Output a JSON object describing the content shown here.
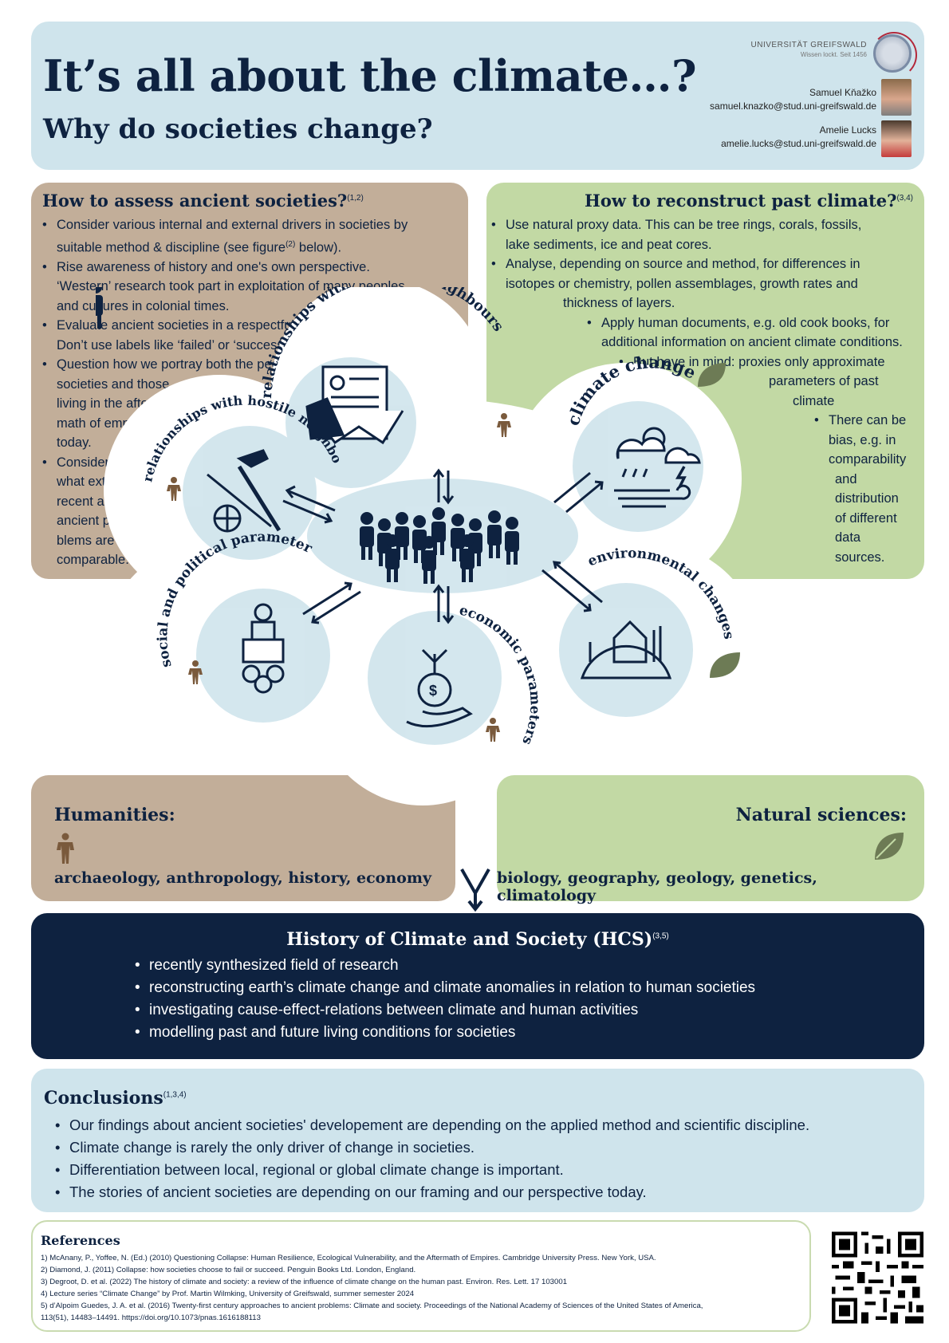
{
  "header": {
    "title": "It’s all about the climate…?",
    "subtitle": "Why do societies change?",
    "university": "UNIVERSITÄT GREIFSWALD",
    "motto": "Wissen lockt. Seit 1456",
    "authors": [
      {
        "name": "Samuel Kňažko",
        "email": "samuel.knazko@stud.uni-greifswald.de"
      },
      {
        "name": "Amelie Lucks",
        "email": "amelie.lucks@stud.uni-greifswald.de"
      }
    ]
  },
  "humanities_box": {
    "title": "How to assess ancient societies?",
    "sup": "(1,2)",
    "items": [
      [
        "Consider various internal and external drivers in societies by",
        "suitable method & discipline (see figure",
        "(2)",
        " below)."
      ],
      [
        "Rise awareness of history and one's own perspective.",
        "‘Western’ research took part in exploitation of many peoples",
        "and cultures in colonial times."
      ],
      [
        "Evaluate ancient societies in a respectful manner.",
        "Don’t use labels like ‘failed’ or ‘successful societies’."
      ],
      [
        "Question how we portray both the people of past",
        "societies and those",
        "living in the after-",
        "math of empires",
        "today."
      ],
      [
        "Consider to",
        "what extent",
        "recent and",
        "ancient pro-",
        "blems are",
        "comparable."
      ]
    ]
  },
  "natural_box": {
    "title": "How to reconstruct past climate?",
    "sup": "(3,4)",
    "items": [
      [
        "Use natural proxy data. This can be tree rings, corals, fossils,",
        "lake sediments, ice and peat cores."
      ],
      [
        "Analyse, depending on source and method, for differences in",
        "isotopes or chemistry, pollen assemblages, growth rates and",
        "thickness of layers."
      ],
      [
        "Apply human documents, e.g. old cook books, for",
        "additional information on ancient climate conditions."
      ],
      [
        "But have in mind: proxies only approximate",
        "parameters of past",
        "climate"
      ],
      [
        "There can be",
        "bias, e.g. in",
        "comparability",
        "and",
        "distribution",
        "of different",
        "data",
        "sources."
      ]
    ]
  },
  "diagram": {
    "labels": {
      "friendly": "relationships with friendly neighbours",
      "hostile": "relationships with hostile neighbours",
      "climate": "climate change",
      "social": "social and political parameters",
      "economic": "economic parameters",
      "environmental": "environmental changes"
    }
  },
  "humanities_bottom": {
    "title": "Humanities:",
    "disciplines": "archaeology, anthropology, history, economy"
  },
  "natural_bottom": {
    "title": "Natural sciences:",
    "disciplines": "biology, geography, geology, genetics, climatology"
  },
  "hcs": {
    "title": "History of Climate and Society (HCS)",
    "sup": "(3,5)",
    "items": [
      "recently synthesized field of research",
      "reconstructing earth’s climate change and climate anomalies in relation to human societies",
      "investigating cause-effect-relations between climate and human activities",
      "modelling past and future living conditions for societies"
    ]
  },
  "conclusions": {
    "title": "Conclusions",
    "sup": "(1,3,4)",
    "items": [
      "Our findings about ancient societies' developement are depending on the applied method and scientific discipline.",
      "Climate change is rarely the only driver of change in societies.",
      "Differentiation between local, regional or global climate change is important.",
      "The stories of ancient societies are depending on our framing and our perspective today."
    ]
  },
  "references": {
    "title": "References",
    "items": [
      "1) McAnany, P., Yoffee, N. (Ed.) (2010) Questioning Collapse: Human Resilience, Ecological Vulnerability, and the Aftermath of Empires. Cambridge University Press. New York, USA.",
      "2) Diamond, J. (2011) Collapse: how societies choose to fail or succeed. Penguin Books Ltd. London, England.",
      "3) Degroot, D. et al. (2022) The history of climate and society: a review of the influence of climate change on the human past. Environ. Res. Lett. 17 103001",
      "4) Lecture series “Climate Change” by Prof. Martin Wilmking, University of Greifswald, summer semester 2024",
      "5) d’Alpoim Guedes, J. A. et al. (2016) Twenty-first century approaches to ancient problems: Climate and society. Proceedings of the National Academy of Sciences of the United States of America,",
      "113(51), 14483–14491. https://doi.org/10.1073/pnas.1616188113"
    ]
  },
  "colors": {
    "navy": "#0e2240",
    "light_blue": "#cfe4ec",
    "humanities": "#c2ae99",
    "natural": "#c2d9a4",
    "leaf": "#6d7b55",
    "figure": "#7a5a3c"
  }
}
